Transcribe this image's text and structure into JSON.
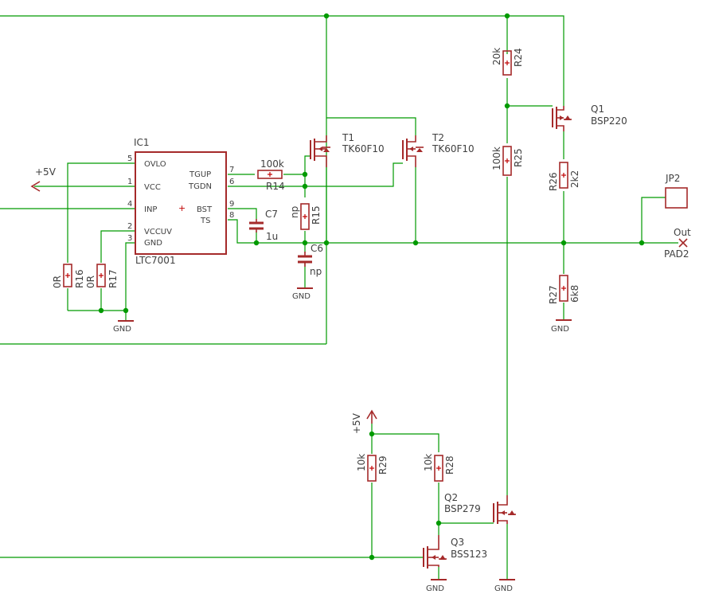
{
  "ic1": {
    "ref": "IC1",
    "part": "LTC7001",
    "pins_left": [
      {
        "num": "5",
        "name": "OVLO"
      },
      {
        "num": "1",
        "name": "VCC"
      },
      {
        "num": "4",
        "name": "INP"
      },
      {
        "num": "2",
        "name": "VCCUV"
      },
      {
        "num": "3",
        "name": "GND"
      }
    ],
    "pins_right": [
      {
        "num": "7",
        "name": "TGUP"
      },
      {
        "num": "6",
        "name": "TGDN"
      },
      {
        "num": "9",
        "name": "BST"
      },
      {
        "num": "8",
        "name": "TS"
      }
    ]
  },
  "transistors": {
    "t1": {
      "ref": "T1",
      "part": "TK60F10"
    },
    "t2": {
      "ref": "T2",
      "part": "TK60F10"
    },
    "q1": {
      "ref": "Q1",
      "part": "BSP220"
    },
    "q2": {
      "ref": "Q2",
      "part": "BSP279"
    },
    "q3": {
      "ref": "Q3",
      "part": "BSS123"
    }
  },
  "resistors": {
    "r14": {
      "ref": "R14",
      "value": "100k"
    },
    "r15": {
      "ref": "R15",
      "value": "np"
    },
    "r16": {
      "ref": "R16",
      "value": "0R"
    },
    "r17": {
      "ref": "R17",
      "value": "0R"
    },
    "r24": {
      "ref": "R24",
      "value": "20k"
    },
    "r25": {
      "ref": "R25",
      "value": "100k"
    },
    "r26": {
      "ref": "R26",
      "value": "2k2"
    },
    "r27": {
      "ref": "R27",
      "value": "6k8"
    },
    "r28": {
      "ref": "R28",
      "value": "10k"
    },
    "r29": {
      "ref": "R29",
      "value": "10k"
    }
  },
  "capacitors": {
    "c6": {
      "ref": "C6",
      "value": "np"
    },
    "c7": {
      "ref": "C7",
      "value": "1u"
    }
  },
  "supplies": {
    "vcc_left": "+5V",
    "vcc_bottom": "+5V",
    "gnd": "GND"
  },
  "connectors": {
    "jp2": "JP2",
    "out": "Out",
    "pad2": "PAD2"
  }
}
